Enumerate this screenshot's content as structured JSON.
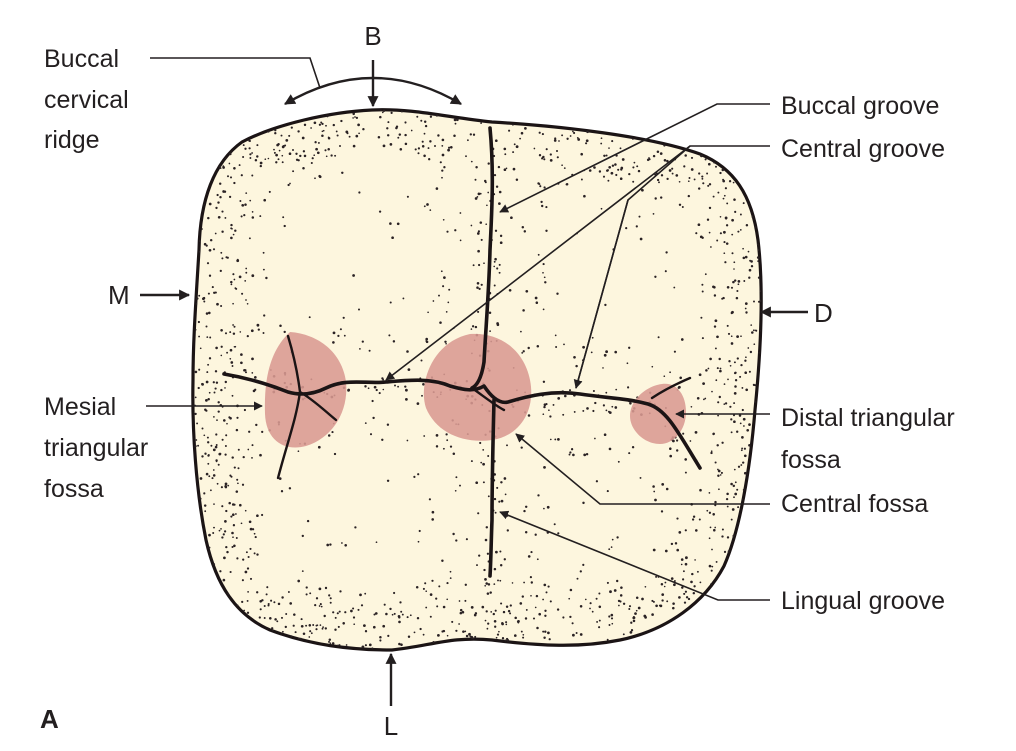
{
  "colors": {
    "enamel": "#fdf6de",
    "fossa": "#d99a92",
    "ink": "#231f20",
    "stipple": "#2a2224"
  },
  "labels": {
    "buccal_cervical_ridge": [
      "Buccal",
      "cervical",
      "ridge"
    ],
    "buccal_groove": "Buccal groove",
    "central_groove": "Central groove",
    "mesial_triangular_fossa": [
      "Mesial",
      "triangular",
      "fossa"
    ],
    "distal_triangular_fossa": [
      "Distal triangular",
      "fossa"
    ],
    "central_fossa": "Central fossa",
    "lingual_groove": "Lingual groove"
  },
  "directions": {
    "buccal": "B",
    "lingual": "L",
    "mesial": "M",
    "distal": "D"
  },
  "panel_label": "A"
}
